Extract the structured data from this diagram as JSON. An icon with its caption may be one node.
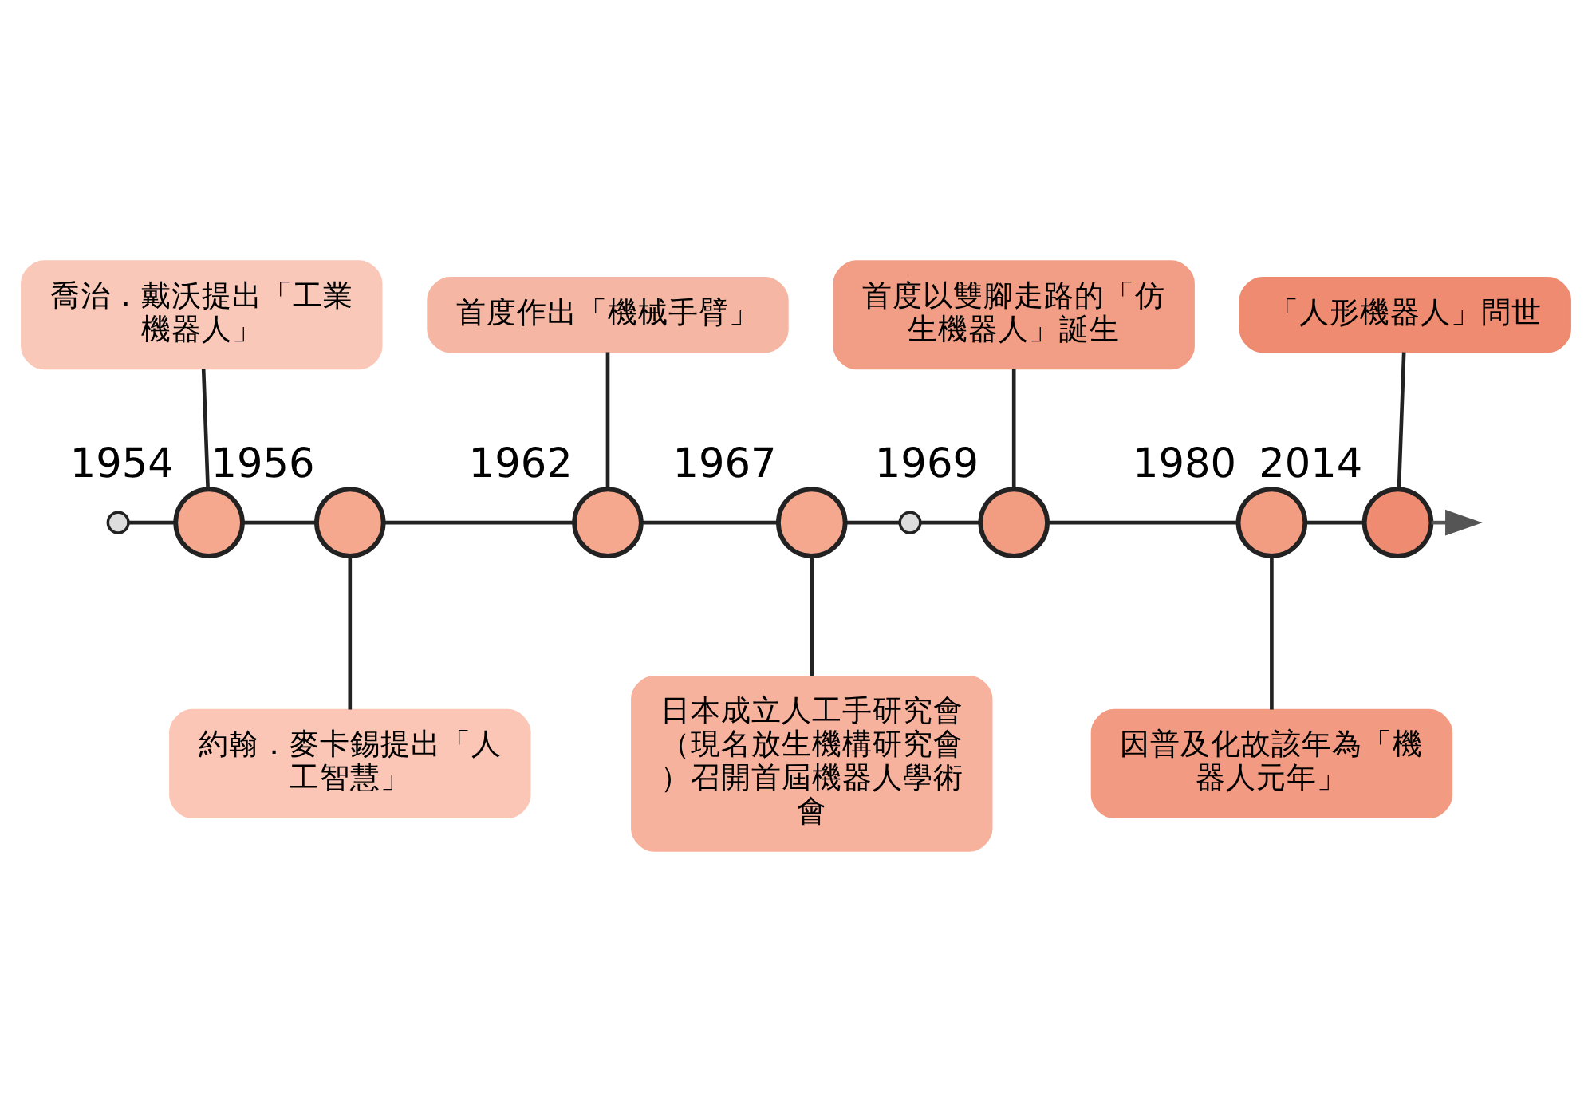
{
  "diagram": {
    "nodes": [
      {
        "text": [
          "喬治．戴沃提出「工業機器人」"
        ]
      },
      {
        "text": [
          "首度作出「機械手臂」"
        ]
      },
      {
        "text": [
          "首度以雙腳走路的「仿生機器人」誕生"
        ]
      },
      {
        "text": [
          "「人形機器人」問世"
        ]
      },
      {
        "text": [
          "約翰．麥卡錫提出「人工智慧」"
        ]
      },
      {
        "text": [
          "日本成立人工手研究會（現名放生機構研究會）召開首屆機器人學術會"
        ]
      },
      {
        "text": [
          "因普及化故該年為「機器人元年」"
        ]
      },
      {
        "text": [],
        "shape": "circle"
      },
      {
        "text": [],
        "shape": "circle",
        "beside": [
          "1954"
        ]
      },
      {
        "text": [],
        "shape": "circle",
        "beside": [
          "1956"
        ]
      },
      {
        "text": [],
        "shape": "circle",
        "beside": [
          "1962"
        ]
      },
      {
        "text": [],
        "shape": "circle",
        "beside": [
          "1967"
        ]
      },
      {
        "text": [],
        "shape": "circle"
      },
      {
        "text": [],
        "shape": "circle",
        "beside": [
          "1969"
        ]
      },
      {
        "text": [],
        "shape": "circle",
        "beside": [
          "1980"
        ]
      },
      {
        "text": [],
        "shape": "circle",
        "beside": [
          "2014"
        ]
      }
    ],
    "edges": [
      {
        "from": 7,
        "to": 8,
        "arrow": "none"
      },
      {
        "from": 8,
        "to": 9,
        "arrow": "none"
      },
      {
        "from": 9,
        "to": 10,
        "arrow": "none"
      },
      {
        "from": 10,
        "to": 11,
        "arrow": "none"
      },
      {
        "from": 11,
        "to": 12,
        "arrow": "none"
      },
      {
        "from": 12,
        "to": 13,
        "arrow": "none"
      },
      {
        "from": 13,
        "to": 14,
        "arrow": "none"
      },
      {
        "from": 14,
        "to": 15,
        "arrow": "none"
      },
      {
        "from": 15,
        "to": null,
        "arrow": "to"
      },
      {
        "from": 0,
        "to": 8,
        "arrow": "none"
      },
      {
        "from": 1,
        "to": 10,
        "arrow": "none"
      },
      {
        "from": 2,
        "to": 13,
        "arrow": "none"
      },
      {
        "from": 3,
        "to": 15,
        "arrow": "none"
      },
      {
        "from": 9,
        "to": 4,
        "arrow": "none"
      },
      {
        "from": 11,
        "to": 5,
        "arrow": "none"
      },
      {
        "from": 14,
        "to": 6,
        "arrow": "none"
      }
    ]
  }
}
